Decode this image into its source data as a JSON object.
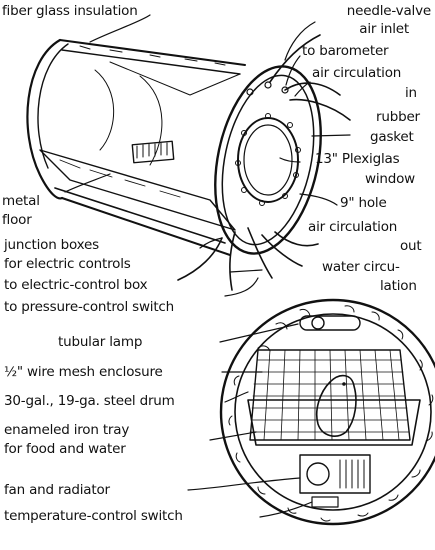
{
  "diagram": {
    "chamber_labels": {
      "fiber_glass_insulation": "fiber glass insulation",
      "needle_valve_line1": "needle-valve",
      "needle_valve_line2": "air inlet",
      "to_barometer": "to barometer",
      "air_circulation_in_line1": "air circulation",
      "air_circulation_in_line2": "in",
      "rubber_gasket_line1": "rubber",
      "rubber_gasket_line2": "gasket",
      "plexiglas_window_line1": "13\" Plexiglas",
      "plexiglas_window_line2": "window",
      "nine_inch_hole": "9\" hole",
      "metal_floor_line1": "metal",
      "metal_floor_line2": "floor",
      "air_circulation_out_line1": "air circulation",
      "air_circulation_out_line2": "out",
      "junction_boxes_line1": "junction boxes",
      "junction_boxes_line2": "for electric controls",
      "water_circulation_line1": "water circu-",
      "water_circulation_line2": "lation",
      "to_electric_control_box": "to electric-control box",
      "to_pressure_control_switch": "to pressure-control switch"
    },
    "cross_section_labels": {
      "tubular_lamp": "tubular lamp",
      "wire_mesh_enclosure": "½\" wire mesh enclosure",
      "steel_drum": "30-gal., 19-ga. steel drum",
      "enameled_tray_line1": "enameled iron tray",
      "enameled_tray_line2": "for food and water",
      "fan_and_radiator": "fan and radiator",
      "temperature_control_switch": "temperature-control switch"
    }
  }
}
